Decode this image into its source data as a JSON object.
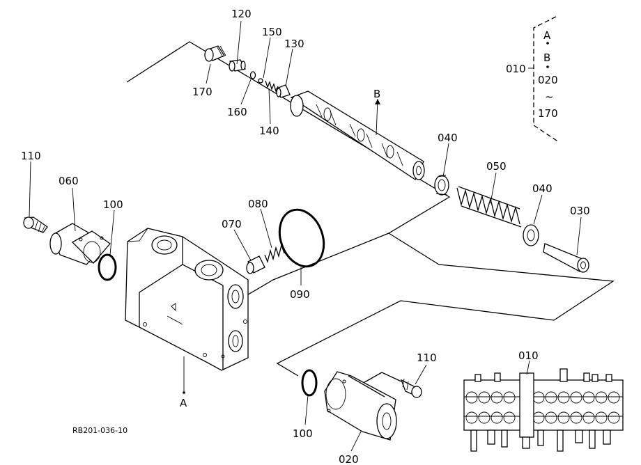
{
  "labels": {
    "p120": "120",
    "p150": "150",
    "p130": "130",
    "p170": "170",
    "p160": "160",
    "p140": "140",
    "pB": "B",
    "p040a": "040",
    "p050": "050",
    "p040b": "040",
    "p030": "030",
    "p110a": "110",
    "p060": "060",
    "p100a": "100",
    "p080": "080",
    "p070": "070",
    "p090": "090",
    "pA": "A",
    "p110b": "110",
    "p100b": "100",
    "p020": "020",
    "p010": "010",
    "drawing_code": "RB201-036-10"
  },
  "legend": {
    "code": "010",
    "a": "A",
    "b": "B",
    "range_start": "020",
    "range_sep": "~",
    "range_end": "170"
  }
}
